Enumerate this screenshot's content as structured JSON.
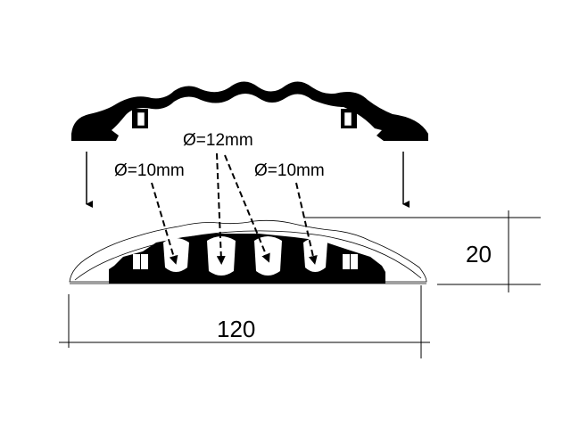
{
  "labels": {
    "diameter_center": "Ø=12mm",
    "diameter_left": "Ø=10mm",
    "diameter_right": "Ø=10mm",
    "height_dimension": "20",
    "width_dimension": "120"
  },
  "colors": {
    "ink": "#000000",
    "background": "#ffffff"
  }
}
